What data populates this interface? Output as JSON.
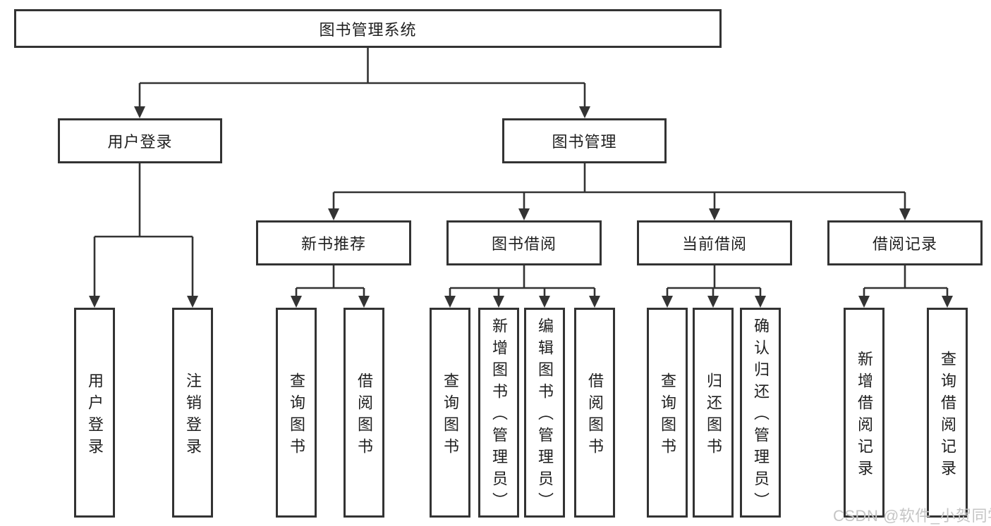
{
  "tree": {
    "root": "图书管理系统",
    "level2": {
      "user_login": "用户登录",
      "book_mgmt": "图书管理"
    },
    "level3": {
      "new_books": "新书推荐",
      "book_borrow": "图书借阅",
      "current_borrow": "当前借阅",
      "borrow_records": "借阅记录"
    },
    "leaves": {
      "login": [
        "用户登录",
        "注销登录"
      ],
      "new_books": [
        "查询图书",
        "借阅图书"
      ],
      "book_borrow": [
        "查询图书",
        "新增图书（管理员）",
        "编辑图书（管理员）",
        "借阅图书"
      ],
      "current_borrow": [
        "查询图书",
        "归还图书",
        "确认归还（管理员）"
      ],
      "borrow_records": [
        "新增借阅记录",
        "查询借阅记录"
      ]
    }
  },
  "watermark": {
    "text": "CSDN @软件_小贺同学"
  },
  "colors": {
    "line": "#333333",
    "text": "#1f1f1f",
    "box_background": "#ffffff",
    "page_background": "#ffffff",
    "watermark": "#c5c5c5"
  }
}
